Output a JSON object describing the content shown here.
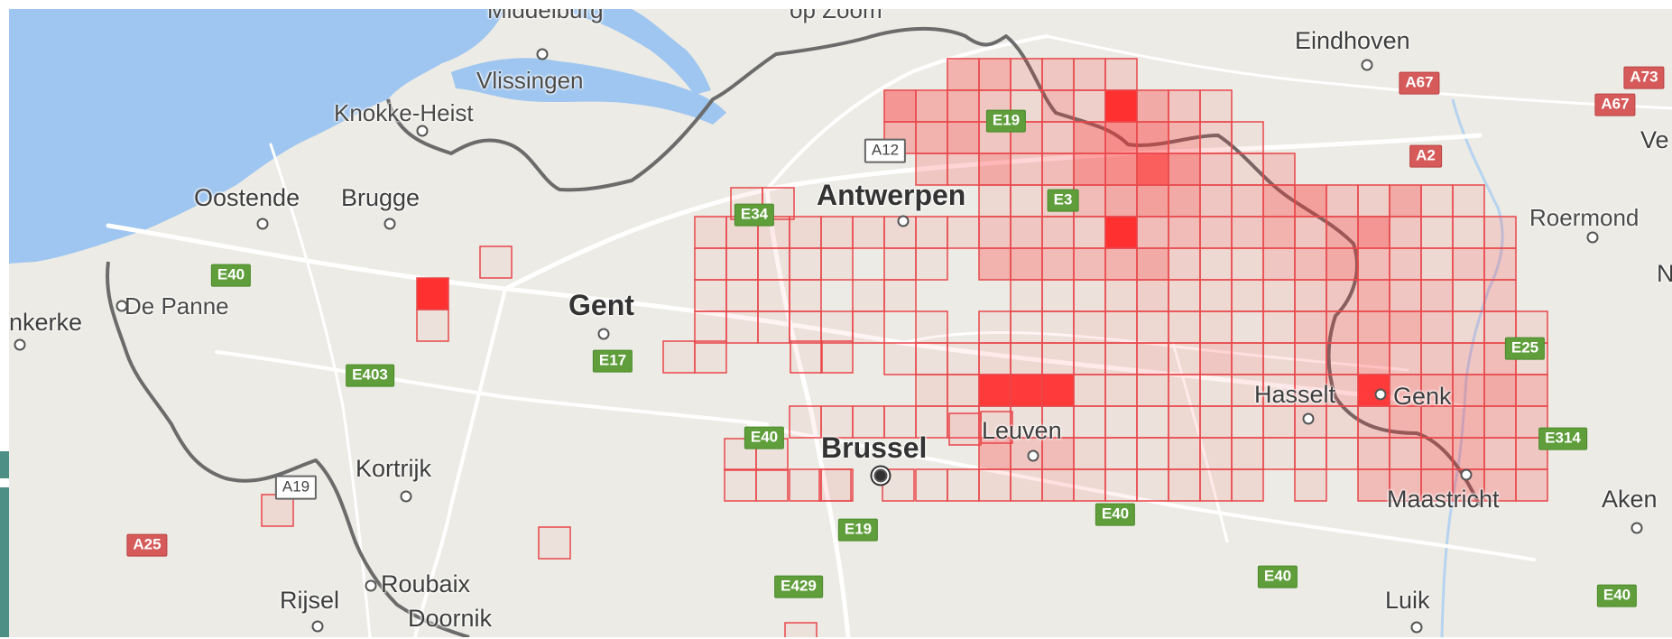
{
  "map": {
    "colors": {
      "land": "#ecebe5",
      "water": "#9fc6f0",
      "border": "#6b6b6b",
      "cell_stroke": "#e8474b",
      "cell_fill": "#ff3030",
      "road": "#ffffff",
      "european_route_shield": "#5f9e3b",
      "national_route_shield": "#d65a5a"
    },
    "places": [
      {
        "id": "middelburg",
        "label": "Middelburg",
        "size": "small"
      },
      {
        "id": "op-zoom",
        "label": "op Zoom",
        "size": "small"
      },
      {
        "id": "eindhoven",
        "label": "Eindhoven",
        "size": "medium"
      },
      {
        "id": "vlissingen",
        "label": "Vlissingen",
        "size": "small"
      },
      {
        "id": "knokke-heist",
        "label": "Knokke-Heist",
        "size": "small"
      },
      {
        "id": "oostende",
        "label": "Oostende",
        "size": "medium"
      },
      {
        "id": "brugge",
        "label": "Brugge",
        "size": "medium"
      },
      {
        "id": "antwerpen",
        "label": "Antwerpen",
        "size": "large"
      },
      {
        "id": "roermond",
        "label": "Roermond",
        "size": "small"
      },
      {
        "id": "ve",
        "label": "Ve",
        "size": "medium"
      },
      {
        "id": "de-panne",
        "label": "De Panne",
        "size": "small"
      },
      {
        "id": "nkerke",
        "label": "nkerke",
        "size": "medium"
      },
      {
        "id": "gent",
        "label": "Gent",
        "size": "large"
      },
      {
        "id": "n-edge",
        "label": "N",
        "size": "medium"
      },
      {
        "id": "hasselt",
        "label": "Hasselt",
        "size": "medium"
      },
      {
        "id": "genk",
        "label": "Genk",
        "size": "medium"
      },
      {
        "id": "leuven",
        "label": "Leuven",
        "size": "medium"
      },
      {
        "id": "brussel",
        "label": "Brussel",
        "size": "large"
      },
      {
        "id": "kortrijk",
        "label": "Kortrijk",
        "size": "medium"
      },
      {
        "id": "maastricht",
        "label": "Maastricht",
        "size": "medium"
      },
      {
        "id": "aken",
        "label": "Aken",
        "size": "medium"
      },
      {
        "id": "rijsel",
        "label": "Rijsel",
        "size": "medium"
      },
      {
        "id": "roubaix",
        "label": "Roubaix",
        "size": "medium"
      },
      {
        "id": "doornik",
        "label": "Doornik",
        "size": "medium"
      },
      {
        "id": "luik",
        "label": "Luik",
        "size": "medium"
      }
    ],
    "shields": [
      {
        "id": "e40-west",
        "label": "E40",
        "kind": "european"
      },
      {
        "id": "e403",
        "label": "E403",
        "kind": "european"
      },
      {
        "id": "e17",
        "label": "E17",
        "kind": "european"
      },
      {
        "id": "e34",
        "label": "E34",
        "kind": "european"
      },
      {
        "id": "e19-north",
        "label": "E19",
        "kind": "european"
      },
      {
        "id": "e3-partial",
        "label": "E3",
        "kind": "european"
      },
      {
        "id": "a12",
        "label": "A12",
        "kind": "national-outline"
      },
      {
        "id": "a67-left",
        "label": "A67",
        "kind": "national"
      },
      {
        "id": "a67-right",
        "label": "A67",
        "kind": "national"
      },
      {
        "id": "a73",
        "label": "A73",
        "kind": "national"
      },
      {
        "id": "a2",
        "label": "A2",
        "kind": "national"
      },
      {
        "id": "e25",
        "label": "E25",
        "kind": "european"
      },
      {
        "id": "e314",
        "label": "E314",
        "kind": "european"
      },
      {
        "id": "e40-mid",
        "label": "E40",
        "kind": "european"
      },
      {
        "id": "e19-south",
        "label": "E19",
        "kind": "european"
      },
      {
        "id": "e429",
        "label": "E429",
        "kind": "european"
      },
      {
        "id": "e40-south",
        "label": "E40",
        "kind": "european"
      },
      {
        "id": "e40-east",
        "label": "E40",
        "kind": "european"
      },
      {
        "id": "a19",
        "label": "A19",
        "kind": "national-outline"
      },
      {
        "id": "a25",
        "label": "A25",
        "kind": "national"
      }
    ]
  }
}
